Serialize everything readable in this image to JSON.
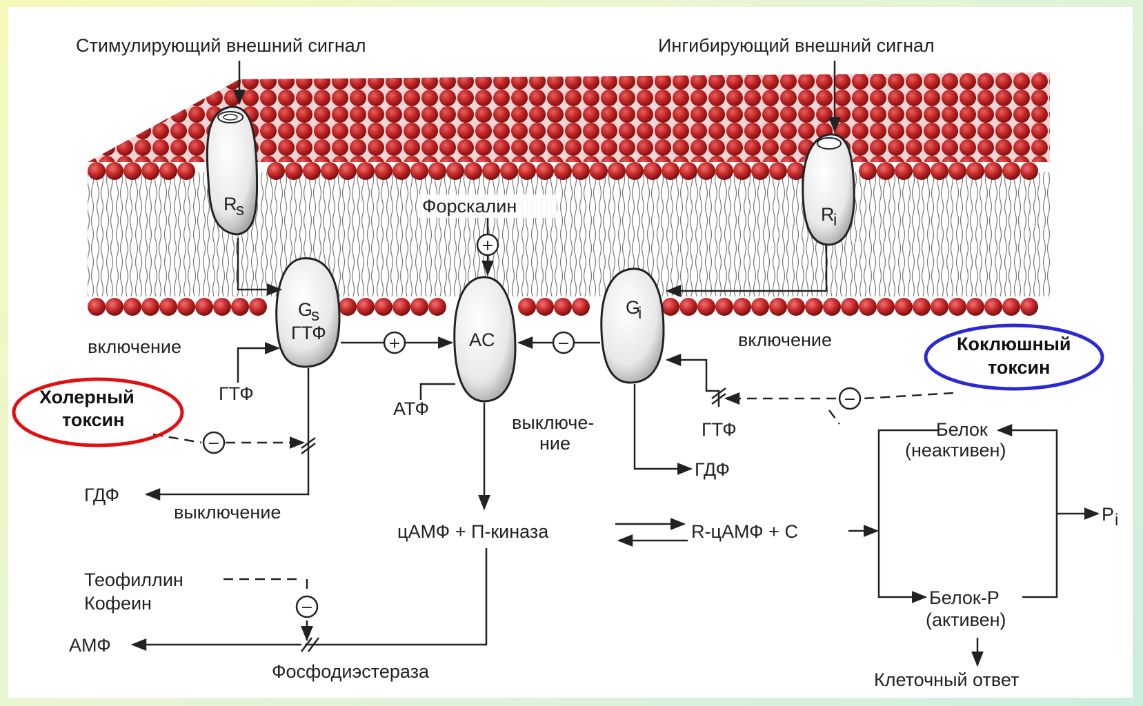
{
  "labels": {
    "stimulating_signal": "Стимулирующий внешний сигнал",
    "inhibiting_signal": "Ингибирующий внешний сигнал",
    "forskolin": "Форскалин",
    "receptor_s": "R",
    "receptor_s_sub": "s",
    "receptor_i": "R",
    "receptor_i_sub": "i",
    "gs": "G",
    "gs_sub": "s",
    "gs_gtp": "ГТФ",
    "ac": "AC",
    "gi": "G",
    "gi_sub": "i",
    "on_left": "включение",
    "on_right": "включение",
    "gtp_left": "ГТФ",
    "gtp_right": "ГТФ",
    "atp": "АТФ",
    "off_mid_1": "выключе-",
    "off_mid_2": "ние",
    "gdp_right": "ГДФ",
    "gdp_left": "ГДФ",
    "off_left": "выключение",
    "camp_pkinase": "цАМФ + П-киназа",
    "r_camp_c": "R-цАМФ + С",
    "protein_inactive_1": "Белок",
    "protein_inactive_2": "(неактивен)",
    "protein_active_1": "Белок-Р",
    "protein_active_2": "(активен)",
    "pi": "P",
    "pi_sub": "i",
    "theophylline": "Теофиллин",
    "caffeine": "Кофеин",
    "amp": "АМФ",
    "phosphodiesterase": "Фосфодиэстераза",
    "cell_response": "Клеточный ответ",
    "cholera_1": "Холерный",
    "cholera_2": "токсин",
    "pertussis_1": "Коклюшный",
    "pertussis_2": "токсин",
    "plus": "+",
    "minus": "−"
  },
  "colors": {
    "lipid_head": "#c62828",
    "cholera_ring": "#e01010",
    "pertussis_ring": "#2a2ad0"
  }
}
